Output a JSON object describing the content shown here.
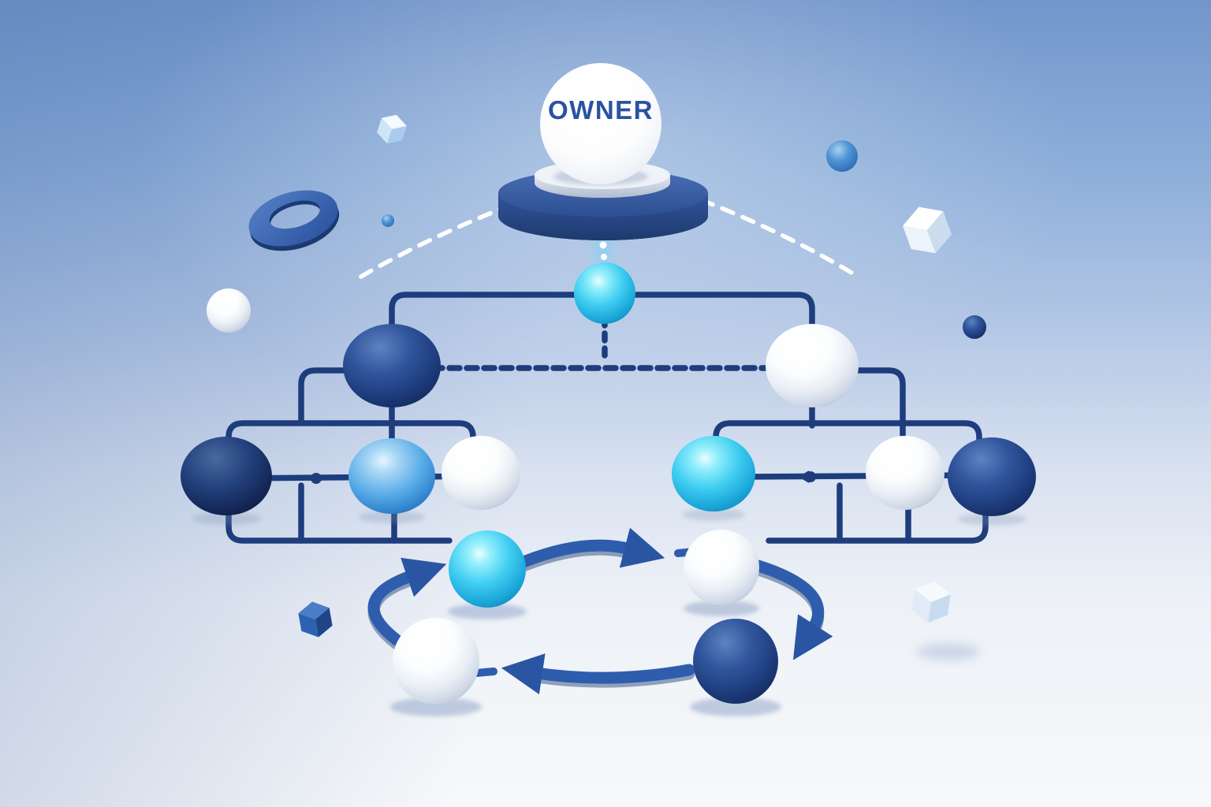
{
  "scene_title": "3D organizational hierarchy and workflow cycle illustration",
  "owner_label": "OWNER",
  "colors": {
    "background_top": "#7296cb",
    "background_bottom": "#f7f8fa",
    "pipe_navy": "#1e3d7d",
    "pedestal_navy": "#2c4f93",
    "cyan_sphere": "#3ecdf1",
    "sky_blue_sphere": "#55aae6",
    "navy_sphere": "#20407f",
    "white_sphere": "#ffffff",
    "arrow_blue": "#2e5dad",
    "owner_text": "#2a52a0",
    "guide_dash_white": "#ffffff"
  },
  "hierarchy": {
    "root": {
      "label": "OWNER",
      "node": "white-sphere-on-navy-pedestal"
    },
    "level_1": [
      {
        "node": "cyan-sphere"
      }
    ],
    "level_2": [
      {
        "node": "navy-sphere",
        "side": "left"
      },
      {
        "node": "white-sphere",
        "side": "right"
      }
    ],
    "level_3_left": [
      "dark-navy-sphere",
      "sky-blue-sphere",
      "white-sphere"
    ],
    "level_3_right": [
      "cyan-sphere",
      "white-sphere",
      "navy-sphere"
    ],
    "connector_styles": [
      "solid-navy-pipes-rounded-corners",
      "dashed-navy-line",
      "dashed-white-guides-from-pedestal"
    ]
  },
  "cycle": {
    "direction": "clockwise",
    "arrow_count": 4,
    "nodes": [
      "cyan-sphere",
      "white-sphere",
      "navy-sphere",
      "white-sphere"
    ]
  },
  "decorations": [
    "blue-torus-ring",
    "light-blue-cube-top-left",
    "tiny-blue-sphere",
    "white-sphere-left",
    "blue-sphere-top-right",
    "white-cube-right",
    "navy-sphere-right",
    "navy-cube-bottom-left",
    "light-cube-bottom-right"
  ]
}
